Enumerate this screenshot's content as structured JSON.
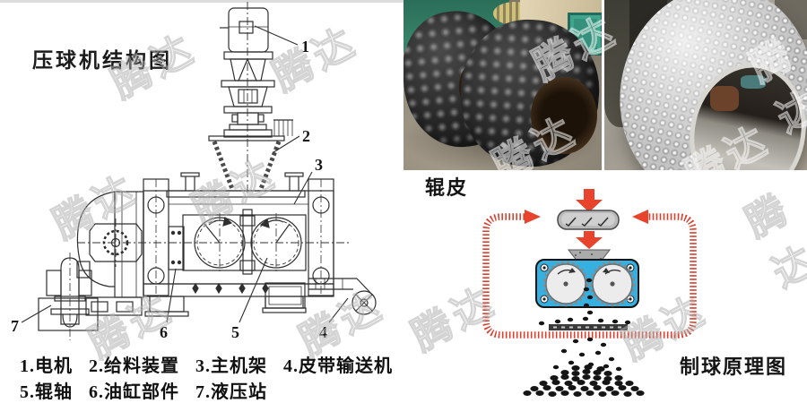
{
  "watermark": {
    "text": "腾达"
  },
  "structure_diagram": {
    "title": "压球机结构图",
    "callouts": [
      "1",
      "2",
      "3",
      "4",
      "5",
      "6",
      "7"
    ],
    "caption_line1": "1.电机   2.给料装置   3.主机架   4.皮带输送机",
    "caption_line2": "5.辊轴   6.油缸部件   7.液压站"
  },
  "photos": {
    "label": "辊皮"
  },
  "principle_diagram": {
    "title": "制球原理图"
  },
  "colors": {
    "accent_red": "#e8432c",
    "loop_red": "#d9402e",
    "machine_blue": "#35b0e0"
  }
}
